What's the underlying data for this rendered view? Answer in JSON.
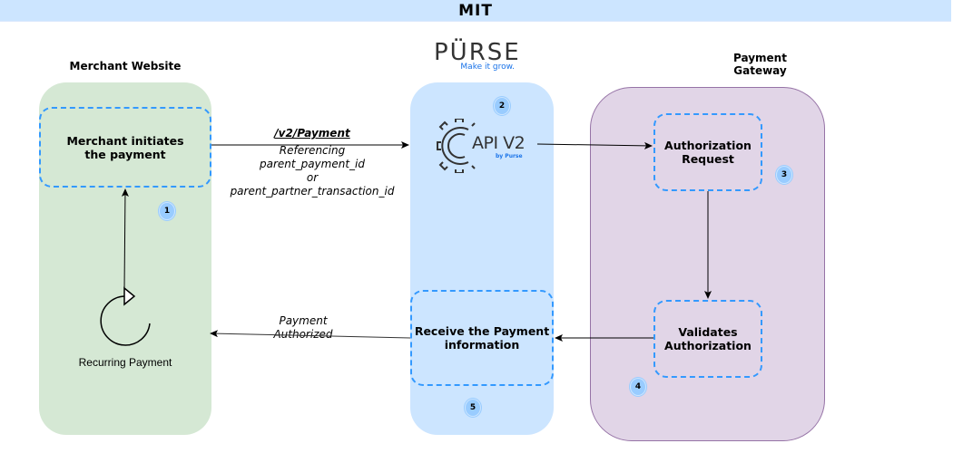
{
  "header": {
    "title": "MIT"
  },
  "lanes": {
    "merchant": {
      "label": "Merchant Website"
    },
    "purse": {
      "logo_text": "PÜRSE",
      "logo_tagline": "Make it grow.",
      "api_icon_text": "API V2",
      "api_icon_subtext": "by Purse"
    },
    "gateway": {
      "label_line1": "Payment",
      "label_line2": "Gateway"
    }
  },
  "steps": [
    {
      "id": 1,
      "label_line1": "Merchant initiates",
      "label_line2": "the payment",
      "badge": "1"
    },
    {
      "id": 2,
      "label": "API V2",
      "badge": "2"
    },
    {
      "id": 3,
      "label_line1": "Authorization",
      "label_line2": "Request",
      "badge": "3"
    },
    {
      "id": 4,
      "label_line1": "Validates",
      "label_line2": "Authorization",
      "badge": "4"
    },
    {
      "id": 5,
      "label_line1": "Receive the Payment",
      "label_line2": "information",
      "badge": "5"
    }
  ],
  "recurring": {
    "label": "Recurring Payment"
  },
  "edges": {
    "request": {
      "endpoint": "/v2/Payment",
      "line1": "Referencing",
      "line2": "parent_payment_id",
      "line3": "or",
      "line4": "parent_partner_transaction_id"
    },
    "response": {
      "line1": "Payment",
      "line2": "Authorized"
    }
  },
  "colors": {
    "header": "#cce5ff",
    "merchant_lane": "#d5e8d4",
    "purse_lane": "#cce5ff",
    "gateway_lane": "#e1d5e7",
    "gateway_border": "#9673a6",
    "dashed_border": "#3399ff",
    "badge": "#99ccff",
    "brand_blue": "#1a73e8"
  }
}
